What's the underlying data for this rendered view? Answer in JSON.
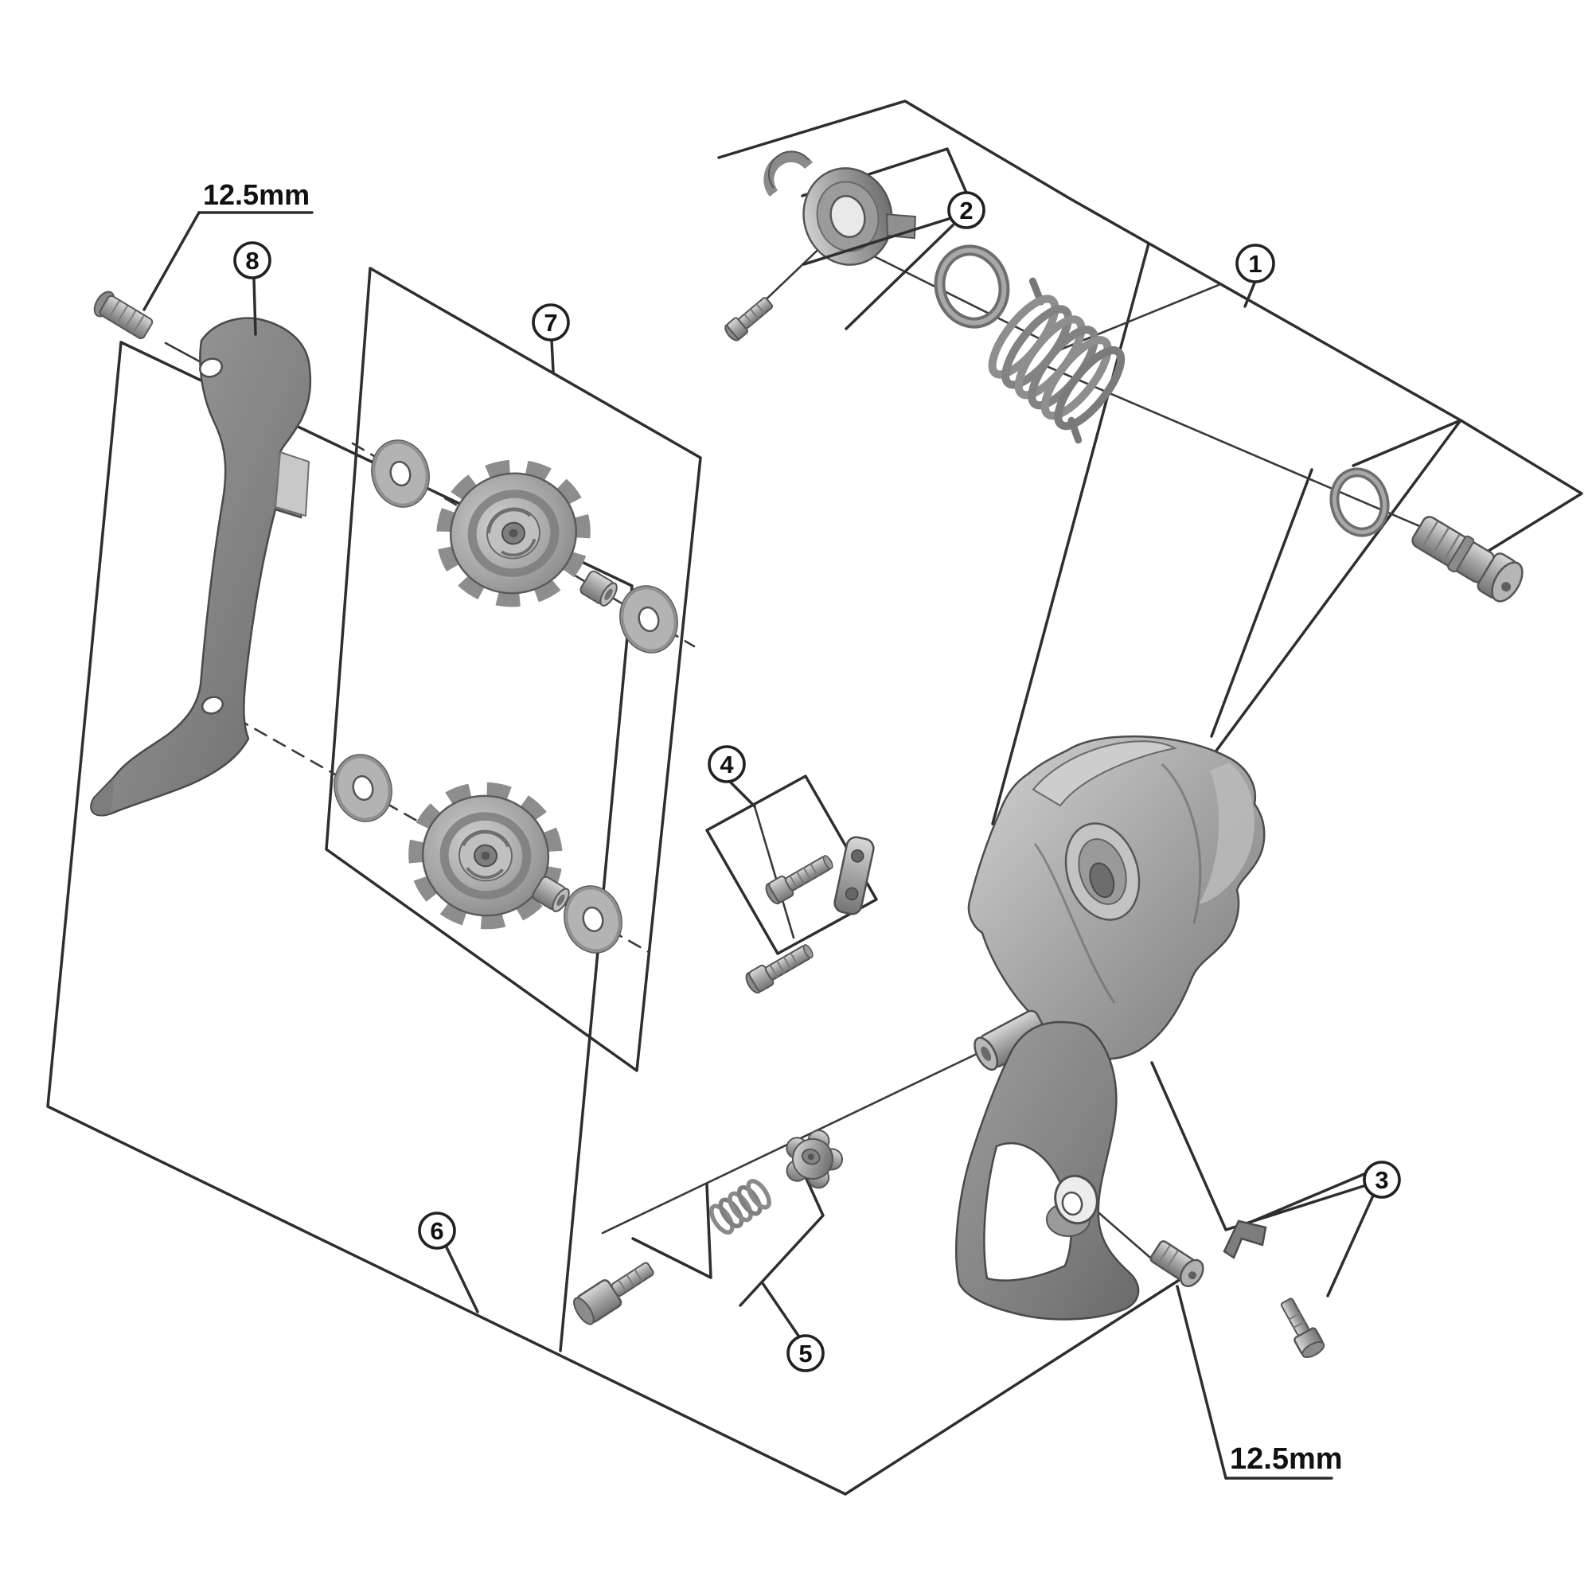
{
  "callouts": {
    "c1": "1",
    "c2": "2",
    "c3": "3",
    "c4": "4",
    "c5": "5",
    "c6": "6",
    "c7": "7",
    "c8": "8"
  },
  "dimensions": {
    "top": "12.5mm",
    "bottom": "12.5mm"
  },
  "colors": {
    "line": "#2e2e2e",
    "part_light": "#d6d6d6",
    "part_mid": "#a6a6a6",
    "part_dark": "#6e6e6e",
    "background": "#ffffff"
  }
}
